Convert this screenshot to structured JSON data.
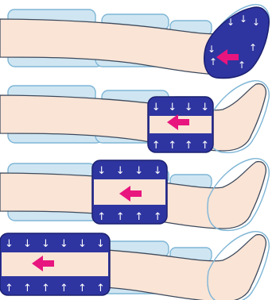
{
  "colors": {
    "background": "#ffffff",
    "skin": "#f9e4d6",
    "outline": "#3e4a5c",
    "sleeve_fill": "#cfe6f2",
    "sleeve_outline": "#7fb6d6",
    "sleeve_shadow": "#a8d0e6",
    "chamber_fill": "#2e35a0",
    "chamber_outline": "#1c2070",
    "arrow_white": "#ffffff",
    "flow_arrow": "#e8157f"
  },
  "icons": {
    "inflation_arrow": "down-up-arrow-icon",
    "flow_arrow": "left-arrow-icon"
  },
  "steps": [
    {
      "active_chamber": "foot",
      "glyph_down": "↓",
      "glyph_up": "↑"
    },
    {
      "active_chamber": "calf",
      "glyph_down": "↓",
      "glyph_up": "↑"
    },
    {
      "active_chamber": "knee",
      "glyph_down": "↓",
      "glyph_up": "↑"
    },
    {
      "active_chamber": "thigh",
      "glyph_down": "↓",
      "glyph_up": "↑"
    }
  ]
}
